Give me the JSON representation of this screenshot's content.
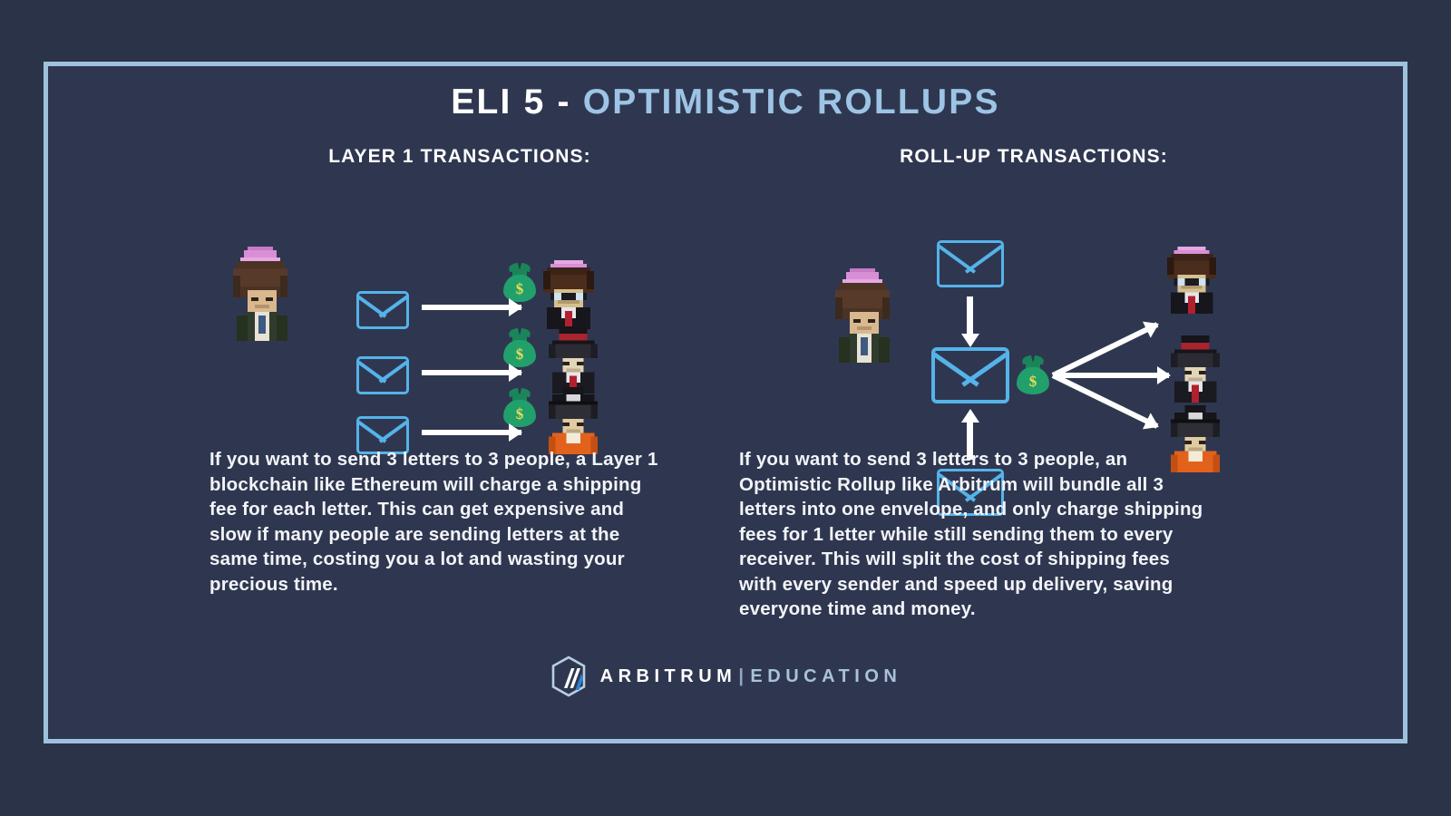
{
  "page": {
    "background_color": "#2b3349",
    "panel_color": "#2f3750",
    "border_color": "#9ec2de"
  },
  "title": {
    "prefix": "ELI 5 - ",
    "highlight": "OPTIMISTIC ROLLUPS",
    "prefix_color": "#ffffff",
    "highlight_color": "#9dc4e4"
  },
  "columns": {
    "left": {
      "heading": "LAYER 1 TRANSACTIONS:",
      "body": "If you want to send 3 letters to 3 people, a Layer 1 blockchain like Ethereum will charge a shipping fee for each letter. This can get expensive and slow if many people are sending letters at the same time, costing you a lot and wasting your precious time."
    },
    "right": {
      "heading": "ROLL-UP TRANSACTIONS:",
      "body": "If you want to send 3 letters to 3 people, an Optimistic Rollup like Arbitrum will bundle all 3 letters into one envelope, and only charge shipping fees for 1 letter while still sending them to every receiver. This will split the cost of shipping fees with every sender and speed up delivery, saving everyone time and money."
    }
  },
  "diagram_left": {
    "sender": {
      "icon_name": "sender-avatar",
      "description": "pixel character with pink headband and brown afro"
    },
    "rows": [
      {
        "envelope": "envelope-icon",
        "fee": "money-bag-icon",
        "fee_symbol": "$",
        "receiver": "receiver-avatar-sunglasses"
      },
      {
        "envelope": "envelope-icon",
        "fee": "money-bag-icon",
        "fee_symbol": "$",
        "receiver": "receiver-avatar-tophat"
      },
      {
        "envelope": "envelope-icon",
        "fee": "money-bag-icon",
        "fee_symbol": "$",
        "receiver": "receiver-avatar-pirate"
      }
    ],
    "envelope_count": 3,
    "fee_count": 3,
    "receiver_count": 3
  },
  "diagram_right": {
    "sender": {
      "icon_name": "sender-avatar",
      "description": "pixel character with pink headband and brown afro"
    },
    "incoming_envelopes": 2,
    "bundled_envelope": "bundled-envelope-icon",
    "fee": {
      "icon_name": "money-bag-icon",
      "symbol": "$"
    },
    "fee_count": 1,
    "receivers": [
      "receiver-avatar-sunglasses",
      "receiver-avatar-tophat",
      "receiver-avatar-pirate"
    ]
  },
  "icons": {
    "envelope_color": "#55b3ea",
    "arrow_color": "#ffffff",
    "money_bag_color": "#21a06b",
    "dollar_color": "#ecdc55"
  },
  "footer": {
    "brand": "ARBITRUM",
    "separator": "|",
    "sub_brand": "EDUCATION",
    "logo_name": "arbitrum-logo"
  }
}
